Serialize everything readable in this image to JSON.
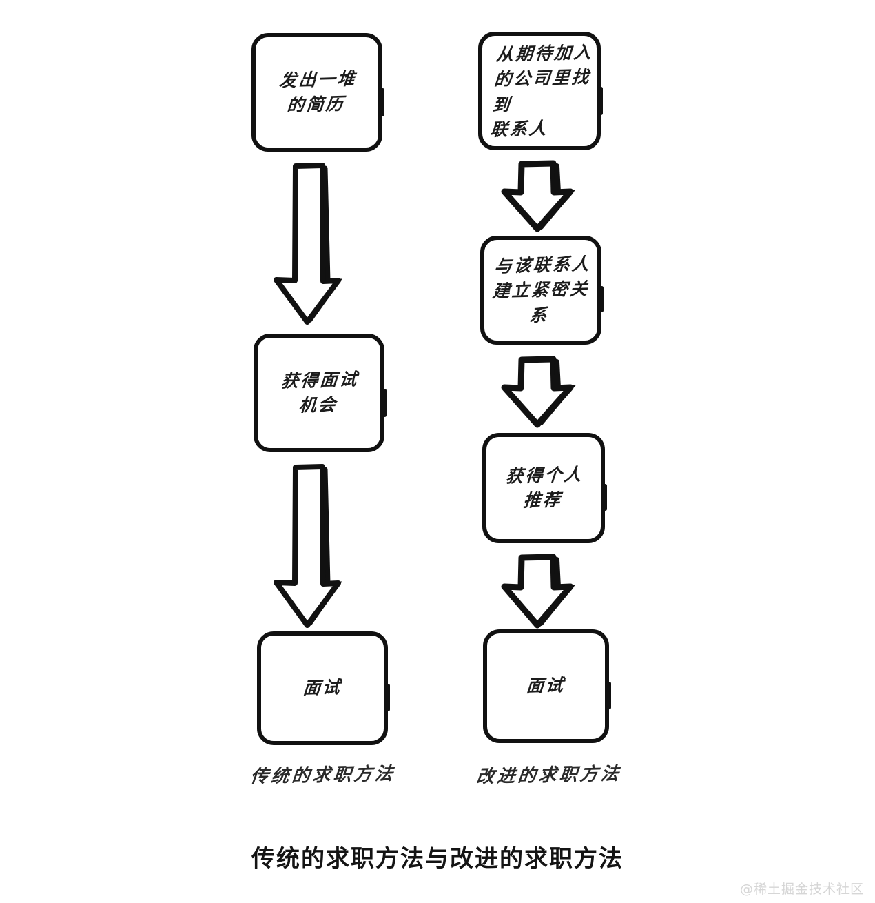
{
  "figure": {
    "caption": "传统的求职方法与改进的求职方法",
    "watermark": "@稀土掘金技术社区",
    "ink_color": "#111111",
    "background_color": "#ffffff"
  },
  "columns": [
    {
      "id": "traditional",
      "caption": "传统的求职方法",
      "nodes": [
        {
          "id": "send-resumes",
          "text": "发出一堆\n的简历"
        },
        {
          "id": "get-interview-chance",
          "text": "获得面试\n机会"
        },
        {
          "id": "interview-left",
          "text": "面试"
        }
      ],
      "arrows": [
        {
          "id": "arrow-left-1",
          "from": "send-resumes",
          "to": "get-interview-chance",
          "style": "long"
        },
        {
          "id": "arrow-left-2",
          "from": "get-interview-chance",
          "to": "interview-left",
          "style": "long"
        }
      ]
    },
    {
      "id": "improved",
      "caption": "改进的求职方法",
      "nodes": [
        {
          "id": "find-contact",
          "text": "从期待加入\n的公司里找到\n联系人"
        },
        {
          "id": "build-relationship",
          "text": "与该联系人\n建立紧密关系"
        },
        {
          "id": "get-referral",
          "text": "获得个人\n推荐"
        },
        {
          "id": "interview-right",
          "text": "面试"
        }
      ],
      "arrows": [
        {
          "id": "arrow-right-1",
          "from": "find-contact",
          "to": "build-relationship",
          "style": "short"
        },
        {
          "id": "arrow-right-2",
          "from": "build-relationship",
          "to": "get-referral",
          "style": "short"
        },
        {
          "id": "arrow-right-3",
          "from": "get-referral",
          "to": "interview-right",
          "style": "short"
        }
      ]
    }
  ]
}
